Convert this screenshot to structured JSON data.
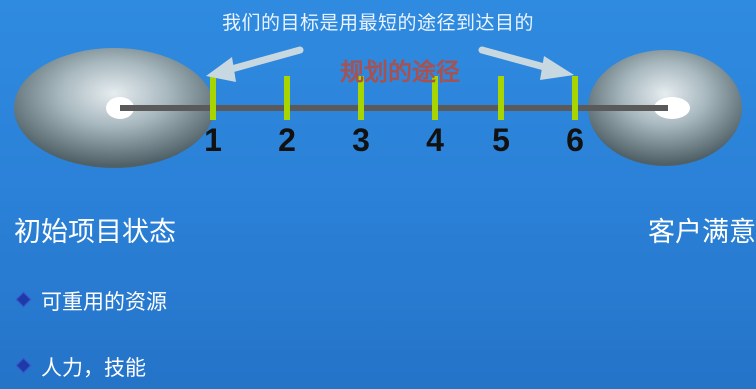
{
  "caption": "我们的目标是用最短的途径到达目的",
  "path_label": "规划的途径",
  "steps": [
    "1",
    "2",
    "3",
    "4",
    "5",
    "6"
  ],
  "start_state": "初始项目状态",
  "end_state": "客户满意",
  "bullets": [
    "可重用的资源",
    "人力，技能"
  ],
  "colors": {
    "background": "#2a80d6",
    "path_line": "#5a5a5a",
    "tick": "#a8d400",
    "path_label": "#a65252",
    "arrow": "#c8d8e0",
    "bullet": "#1e3aa8"
  }
}
